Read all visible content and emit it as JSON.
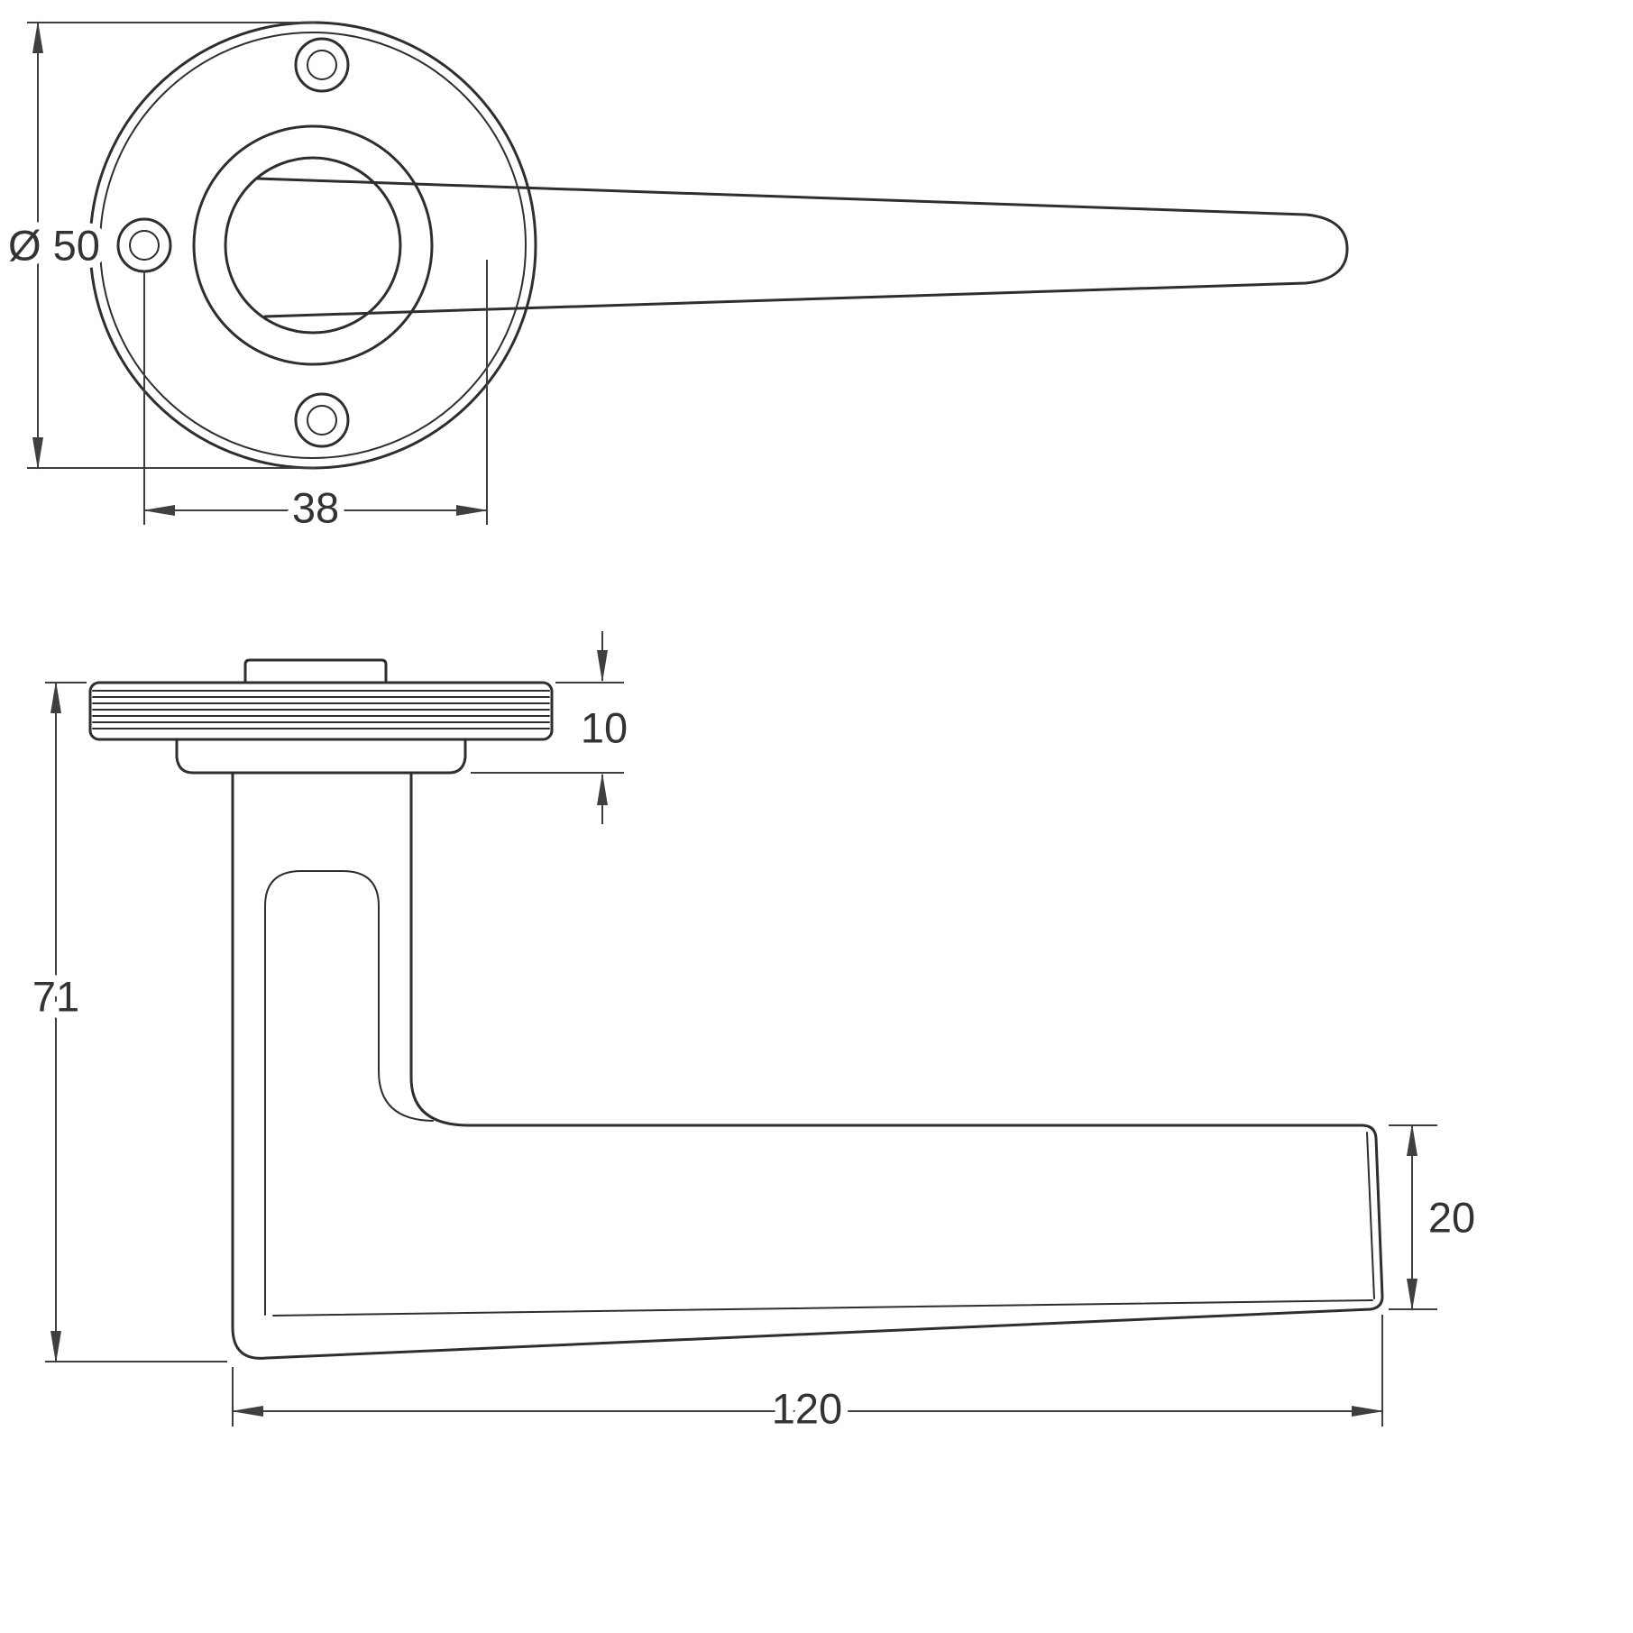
{
  "drawing": {
    "background": "#ffffff",
    "line_color": "#2e2e2e",
    "dimension_color": "#3f3f3f",
    "dimensions": {
      "rose_diameter": {
        "label": "Ø 50"
      },
      "fixing_centres": {
        "label": "38"
      },
      "rose_depth": {
        "label": "10"
      },
      "overall_projection": {
        "label": "71"
      },
      "lever_end_height": {
        "label": "20"
      },
      "lever_length": {
        "label": "120"
      }
    }
  }
}
